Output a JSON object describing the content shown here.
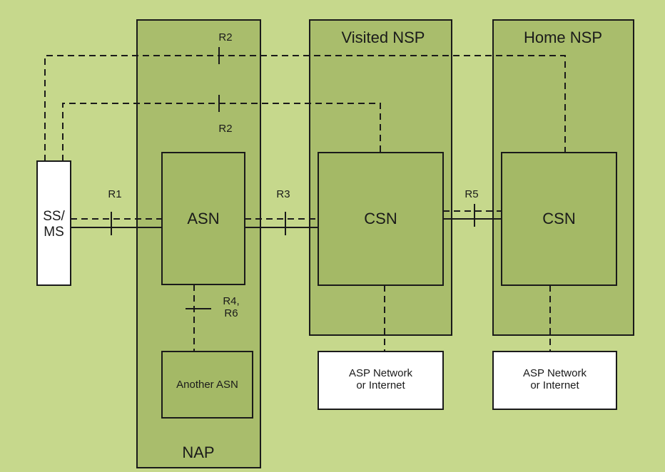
{
  "regions": {
    "nap": "NAP",
    "visited_nsp": "Visited NSP",
    "home_nsp": "Home NSP"
  },
  "nodes": {
    "ss_ms": "SS/\nMS",
    "asn": "ASN",
    "another_asn": "Another ASN",
    "csn_visited": "CSN",
    "csn_home": "CSN",
    "asp_visited": "ASP Network\nor Internet",
    "asp_home": "ASP Network\nor Internet"
  },
  "reference_points": {
    "r1": "R1",
    "r2_top": "R2",
    "r2_bottom": "R2",
    "r3": "R3",
    "r4_r6": "R4,\nR6",
    "r5": "R5"
  },
  "colors": {
    "background": "#c6d88c",
    "region_fill": "#a9bd6c",
    "node_fill": "#a4b966",
    "white_box": "#ffffff",
    "line": "#1a1a1a"
  }
}
